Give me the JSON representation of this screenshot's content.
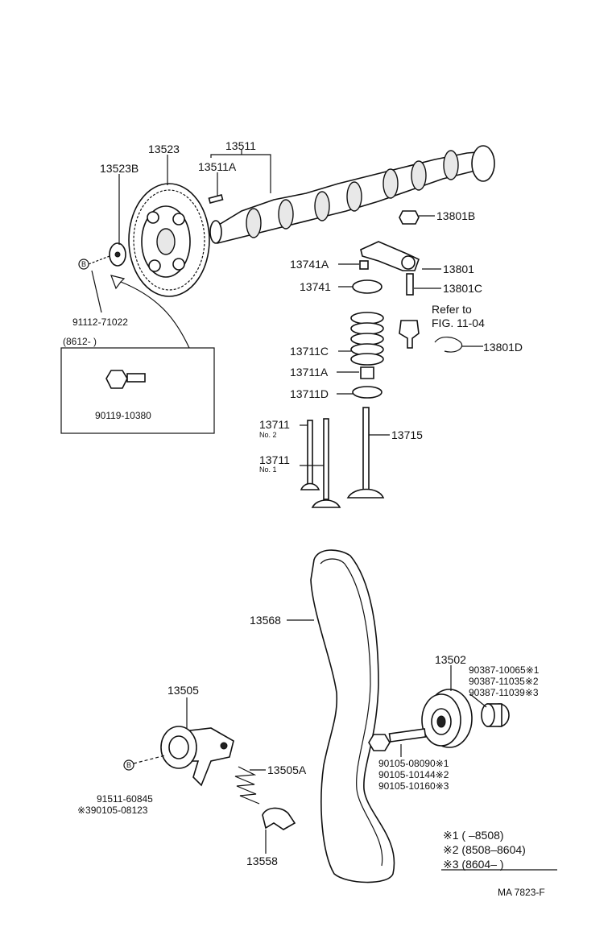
{
  "labels": {
    "p13511": "13511",
    "p13523": "13523",
    "p13523B": "13523B",
    "p13511A": "13511A",
    "p13801B": "13801B",
    "p13741A": "13741A",
    "p13801": "13801",
    "p13741": "13741",
    "p13801C": "13801C",
    "refer1": "Refer to",
    "refer2": "FIG. 11-04",
    "p13711C": "13711C",
    "p13801D": "13801D",
    "p13711A": "13711A",
    "p13711D": "13711D",
    "p13711_no2": "13711",
    "no2": "No. 2",
    "p13715": "13715",
    "p13711_no1": "13711",
    "no1": "No. 1",
    "p91112": "91112-71022",
    "inset_range": "(8612-        )",
    "p90119": "90119-10380",
    "p13568": "13568",
    "p13502": "13502",
    "p90387_1": "90387-10065※1",
    "p90387_2": "90387-11035※2",
    "p90387_3": "90387-11039※3",
    "p13505": "13505",
    "p13505A": "13505A",
    "p90105_1": "90105-08090※1",
    "p90105_2": "90105-10144※2",
    "p90105_3": "90105-10160※3",
    "p91511": "91511-60845",
    "p90105_08123": "※390105-08123",
    "p13558": "13558",
    "marker_b": "B",
    "legend1": "※1 (      –8508)",
    "legend2": "※2 (8508–8604)",
    "legend3": "※3 (8604–        )",
    "figure_id": "MA 7823-F"
  },
  "colors": {
    "ink": "#111111",
    "paper": "#ffffff"
  }
}
